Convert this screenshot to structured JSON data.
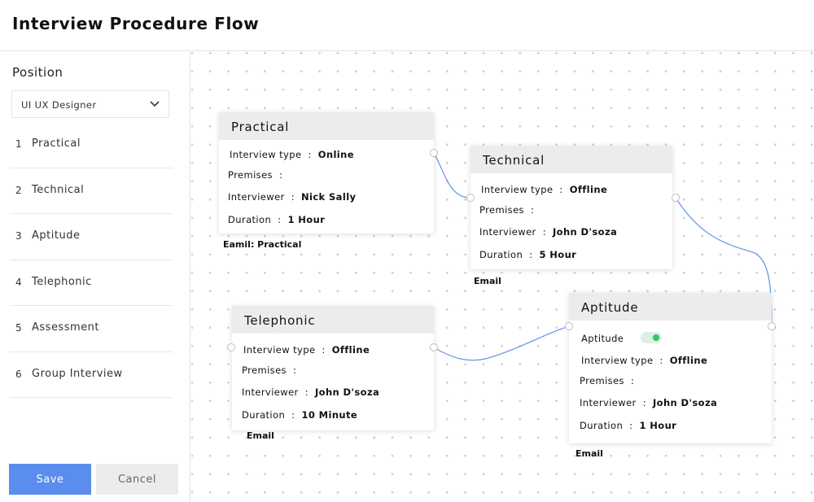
{
  "app": {
    "title": "Interview Procedure Flow"
  },
  "sidebar": {
    "position_label": "Position",
    "position_select": {
      "value": "UI UX Designer"
    },
    "steps": [
      {
        "num": "1",
        "label": "Practical"
      },
      {
        "num": "2",
        "label": "Technical"
      },
      {
        "num": "3",
        "label": "Aptitude"
      },
      {
        "num": "4",
        "label": "Telephonic"
      },
      {
        "num": "5",
        "label": "Assessment"
      },
      {
        "num": "6",
        "label": "Group Interview"
      }
    ],
    "save_label": "Save",
    "cancel_label": "Cancel"
  },
  "labels": {
    "interview_type": "Interview type",
    "premises": "Premises",
    "interviewer": "Interviewer",
    "duration": "Duration",
    "separator": ":"
  },
  "cards": {
    "practical": {
      "title": "Practical",
      "interview_type": "Online",
      "premises": "",
      "interviewer": "Nick Sally",
      "duration": "1 Hour",
      "footer": "Eamil: Practical"
    },
    "technical": {
      "title": "Technical",
      "interview_type": "Offline",
      "premises": "",
      "interviewer": "John D'soza",
      "duration": "5 Hour",
      "footer": "Email"
    },
    "telephonic": {
      "title": "Telephonic",
      "interview_type": "Offline",
      "premises": "",
      "interviewer": "John D'soza",
      "duration": "10 Minute",
      "footer": "Email"
    },
    "aptitude": {
      "title": "Aptitude",
      "toggle_label": "Aptitude",
      "toggle_on": true,
      "interview_type": "Offline",
      "premises": "",
      "interviewer": "John D'soza",
      "duration": "1 Hour",
      "footer": "Email"
    }
  },
  "colors": {
    "accent": "#5b8def",
    "wire": "#6b9ae8",
    "toggle_on": "#3bbf6a",
    "card_header": "#ececec"
  }
}
